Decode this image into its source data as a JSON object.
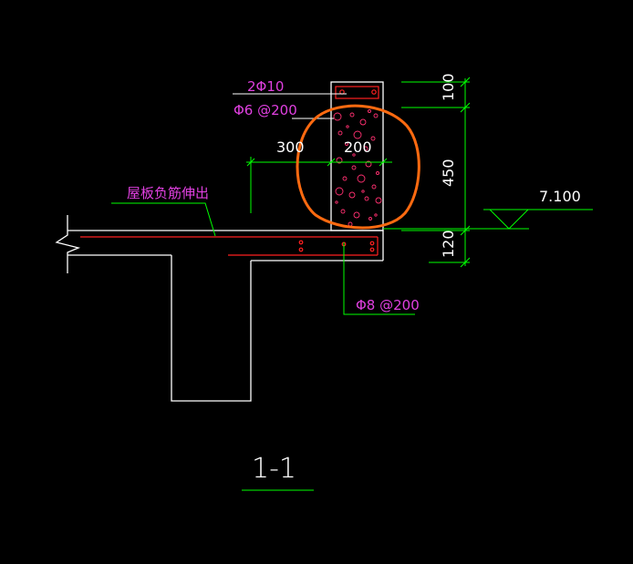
{
  "drawing": {
    "section_title": "1-1",
    "colors": {
      "background": "#000000",
      "outline": "#ffffff",
      "rebar": "#ff2020",
      "dimension": "#00ff00",
      "annotation": "#e040e0",
      "highlight_circle": "#ff6a10"
    },
    "annotations": {
      "top_bars": "2Φ10",
      "stirrups": "Φ6 @200",
      "slab_rebar_note": "屋板负筋伸出",
      "bottom_bars": "Φ8 @200"
    },
    "dimensions": {
      "parapet_width": "200",
      "offset": "300",
      "cap_height": "100",
      "parapet_height": "450",
      "slab_thickness": "120"
    },
    "elevation": {
      "value": "7.100"
    }
  }
}
